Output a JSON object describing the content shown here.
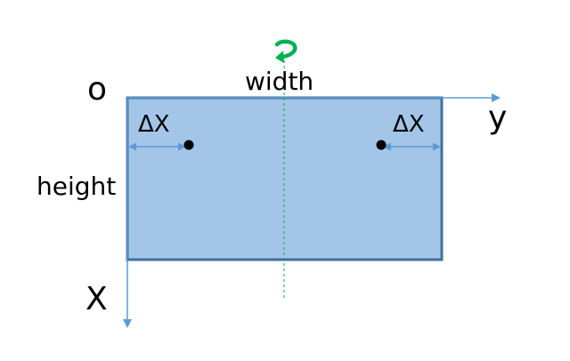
{
  "labels": {
    "origin": "o",
    "width": "width",
    "height": "height",
    "y_axis": "y",
    "x_axis": "X",
    "delta_left": "ΔX",
    "delta_right": "ΔX"
  },
  "colors": {
    "rect_fill": "#a3c5e8",
    "rect_stroke": "#41719c",
    "axis": "#5b9bd5",
    "center_line": "#00b050",
    "rotation_icon": "#00b050",
    "point": "#000000"
  },
  "icons": {
    "rotation": "rotation-arrow-icon"
  }
}
